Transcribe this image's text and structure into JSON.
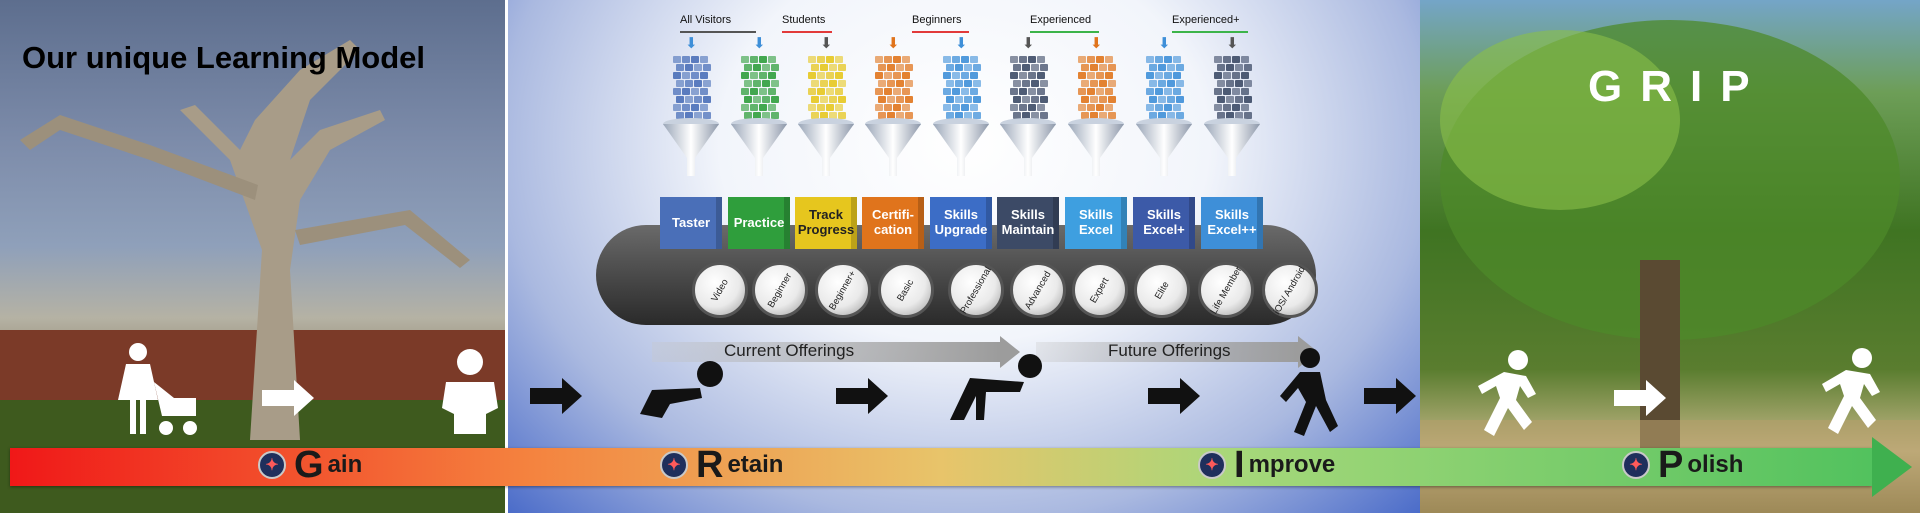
{
  "left_panel": {
    "title": "Our unique Learning Model"
  },
  "right_panel": {
    "title": "GRIP"
  },
  "audience": [
    {
      "label": "All Visitors",
      "color": "#555555"
    },
    {
      "label": "Students",
      "color": "#e23a3a"
    },
    {
      "label": "Beginners",
      "color": "#e23a3a"
    },
    {
      "label": "Experienced",
      "color": "#3cb44a"
    },
    {
      "label": "Experienced+",
      "color": "#3cb44a"
    }
  ],
  "boxes": [
    {
      "label": "Taster",
      "color": "#4a6fb8"
    },
    {
      "label": "Practice",
      "color": "#2f9e3c"
    },
    {
      "label": "Track Progress",
      "color": "#e6c61e"
    },
    {
      "label": "Certifi-cation",
      "color": "#e0741c"
    },
    {
      "label": "Skills Upgrade",
      "color": "#3c6dc6"
    },
    {
      "label": "Skills Maintain",
      "color": "#3c4a66"
    },
    {
      "label": "Skills Excel",
      "color": "#3e9fe0"
    },
    {
      "label": "Skills Excel+",
      "color": "#3c5aa8"
    },
    {
      "label": "Skills Excel++",
      "color": "#3e8fd8"
    }
  ],
  "rollers": [
    "Video",
    "Beginner",
    "Beginner+",
    "Basic",
    "Professional",
    "Advanced",
    "Expert",
    "Elite",
    "Life Member",
    "iOS/ Android"
  ],
  "offerings": {
    "current": "Current Offerings",
    "future": "Future Offerings"
  },
  "stages": [
    {
      "initial": "G",
      "rest": "ain"
    },
    {
      "initial": "R",
      "rest": "etain"
    },
    {
      "initial": "I",
      "rest": "mprove"
    },
    {
      "initial": "P",
      "rest": "olish"
    }
  ],
  "colors": {
    "band_start": "#f01818",
    "band_end": "#52c25e"
  }
}
